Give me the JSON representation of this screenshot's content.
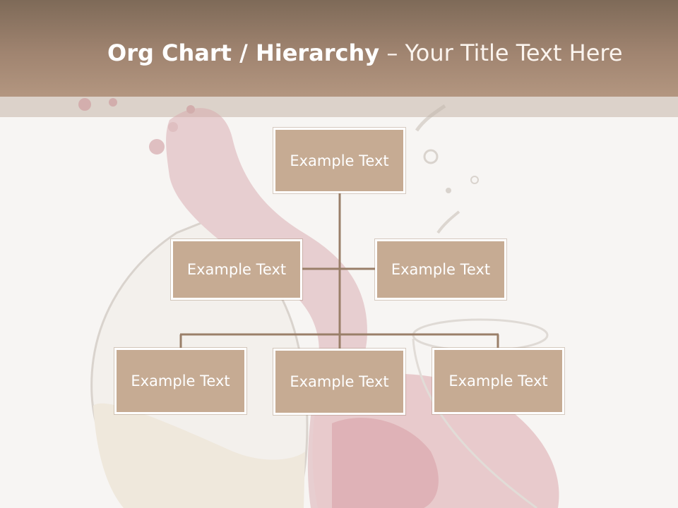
{
  "title": {
    "bold": "Org Chart / Hierarchy",
    "dash": " – ",
    "rest": "Your Title Text Here"
  },
  "nodes": {
    "root": "Example Text",
    "left": "Example Text",
    "right": "Example Text",
    "bottom": [
      "Example Text",
      "Example Text",
      "Example Text"
    ]
  },
  "colors": {
    "header": "#9c8069",
    "band": "#dcd2ca",
    "node_fill": "#c6ab93",
    "connector": "#9a7f69",
    "background": "#f7f5f3"
  },
  "background_image": "wine-glasses-splash"
}
